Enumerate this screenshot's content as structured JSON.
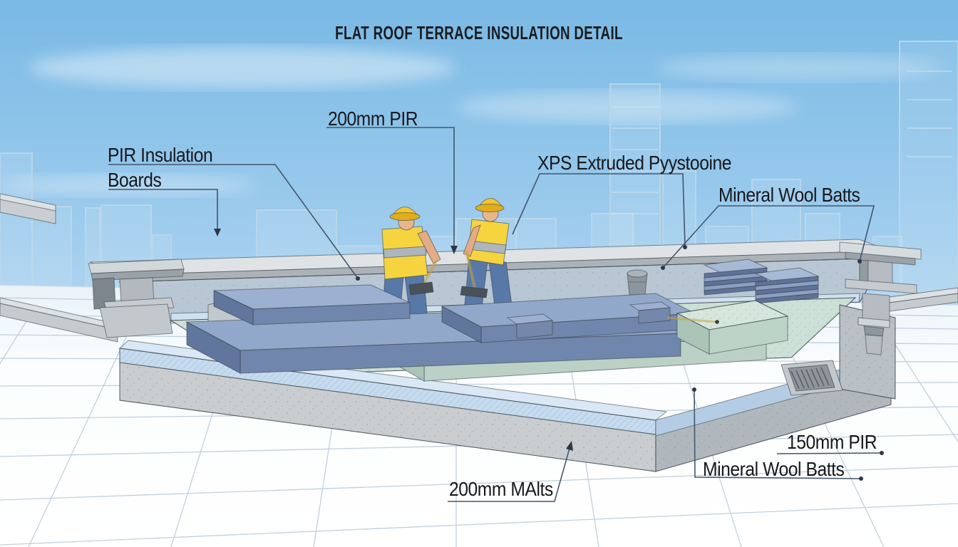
{
  "title": "FLAT ROOF TERRACE INSULATION DETAIL",
  "labels": {
    "pir_insulation_line1": "PIR Insulation",
    "pir_insulation_line2": "Boards",
    "pir_200": "200mm PIR",
    "xps": "XPS Extruded Pyystooine",
    "mineral_wool_top": "Mineral Wool Batts",
    "mineral_wool_bottom": "Mineral Wool Batts",
    "pir_150": "150mm PIR",
    "malts_200": "200mm MAlts"
  },
  "colors": {
    "sky_top": "#79b9e4",
    "sky_horizon": "#e4f2fb",
    "label_text": "#17181c",
    "leader_line": "#45566b",
    "skyline_outline": "#bdd7ea",
    "tile_line": "#b6c9d8",
    "concrete": "#c9cdd0",
    "concrete_shade": "#b1b8bd",
    "steel": "#b9bfc5",
    "inner_wall": "#b9c7d4",
    "xps_blue": "#c6dbee",
    "pir_top": "#92a8ca",
    "pir_front": "#7086ac",
    "mineral_wool": "#cfe1d8",
    "deck_green": "#cde0d7",
    "board_stack_dark": "#5f7298",
    "board_stack_light": "#8aa0c2",
    "hard_hat": "#f2c72e",
    "hi_vis_vest": "#f5d43f",
    "denim": "#5878a8",
    "skin": "#e9b68c",
    "shoe_brown": "#7e5230"
  }
}
